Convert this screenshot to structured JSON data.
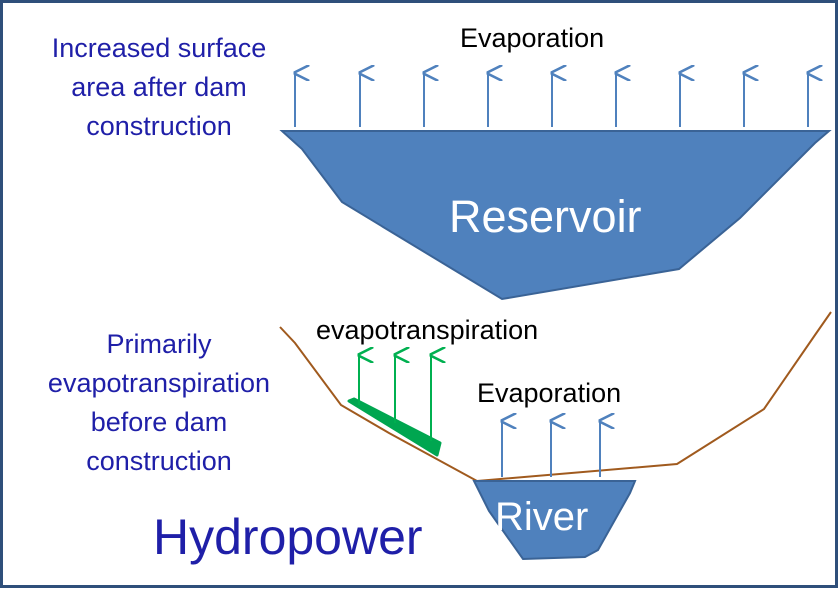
{
  "labels": {
    "reservoir_note": [
      "Increased surface",
      "area after dam",
      "construction"
    ],
    "evaporation_top": "Evaporation",
    "reservoir": "Reservoir",
    "river_note": [
      "Primarily",
      "evapotranspiration",
      "before dam",
      "construction"
    ],
    "evapotranspiration": "evapotranspiration",
    "evaporation_bottom": "Evaporation",
    "river": "River",
    "title": "Hydropower"
  },
  "colors": {
    "water_fill": "#4f81bd",
    "water_stroke": "#3a6396",
    "evaporation_arrow": "#4f81bd",
    "evapotranspiration_arrow": "#00b050",
    "vegetation": "#00a650",
    "ground_line": "#a05a1e",
    "note_text": "#1f1fa8",
    "border": "#2f4f7a"
  },
  "icons": {
    "evaporation_arrow": "up-arrow-icon",
    "evapotranspiration_arrow": "up-arrow-icon"
  }
}
